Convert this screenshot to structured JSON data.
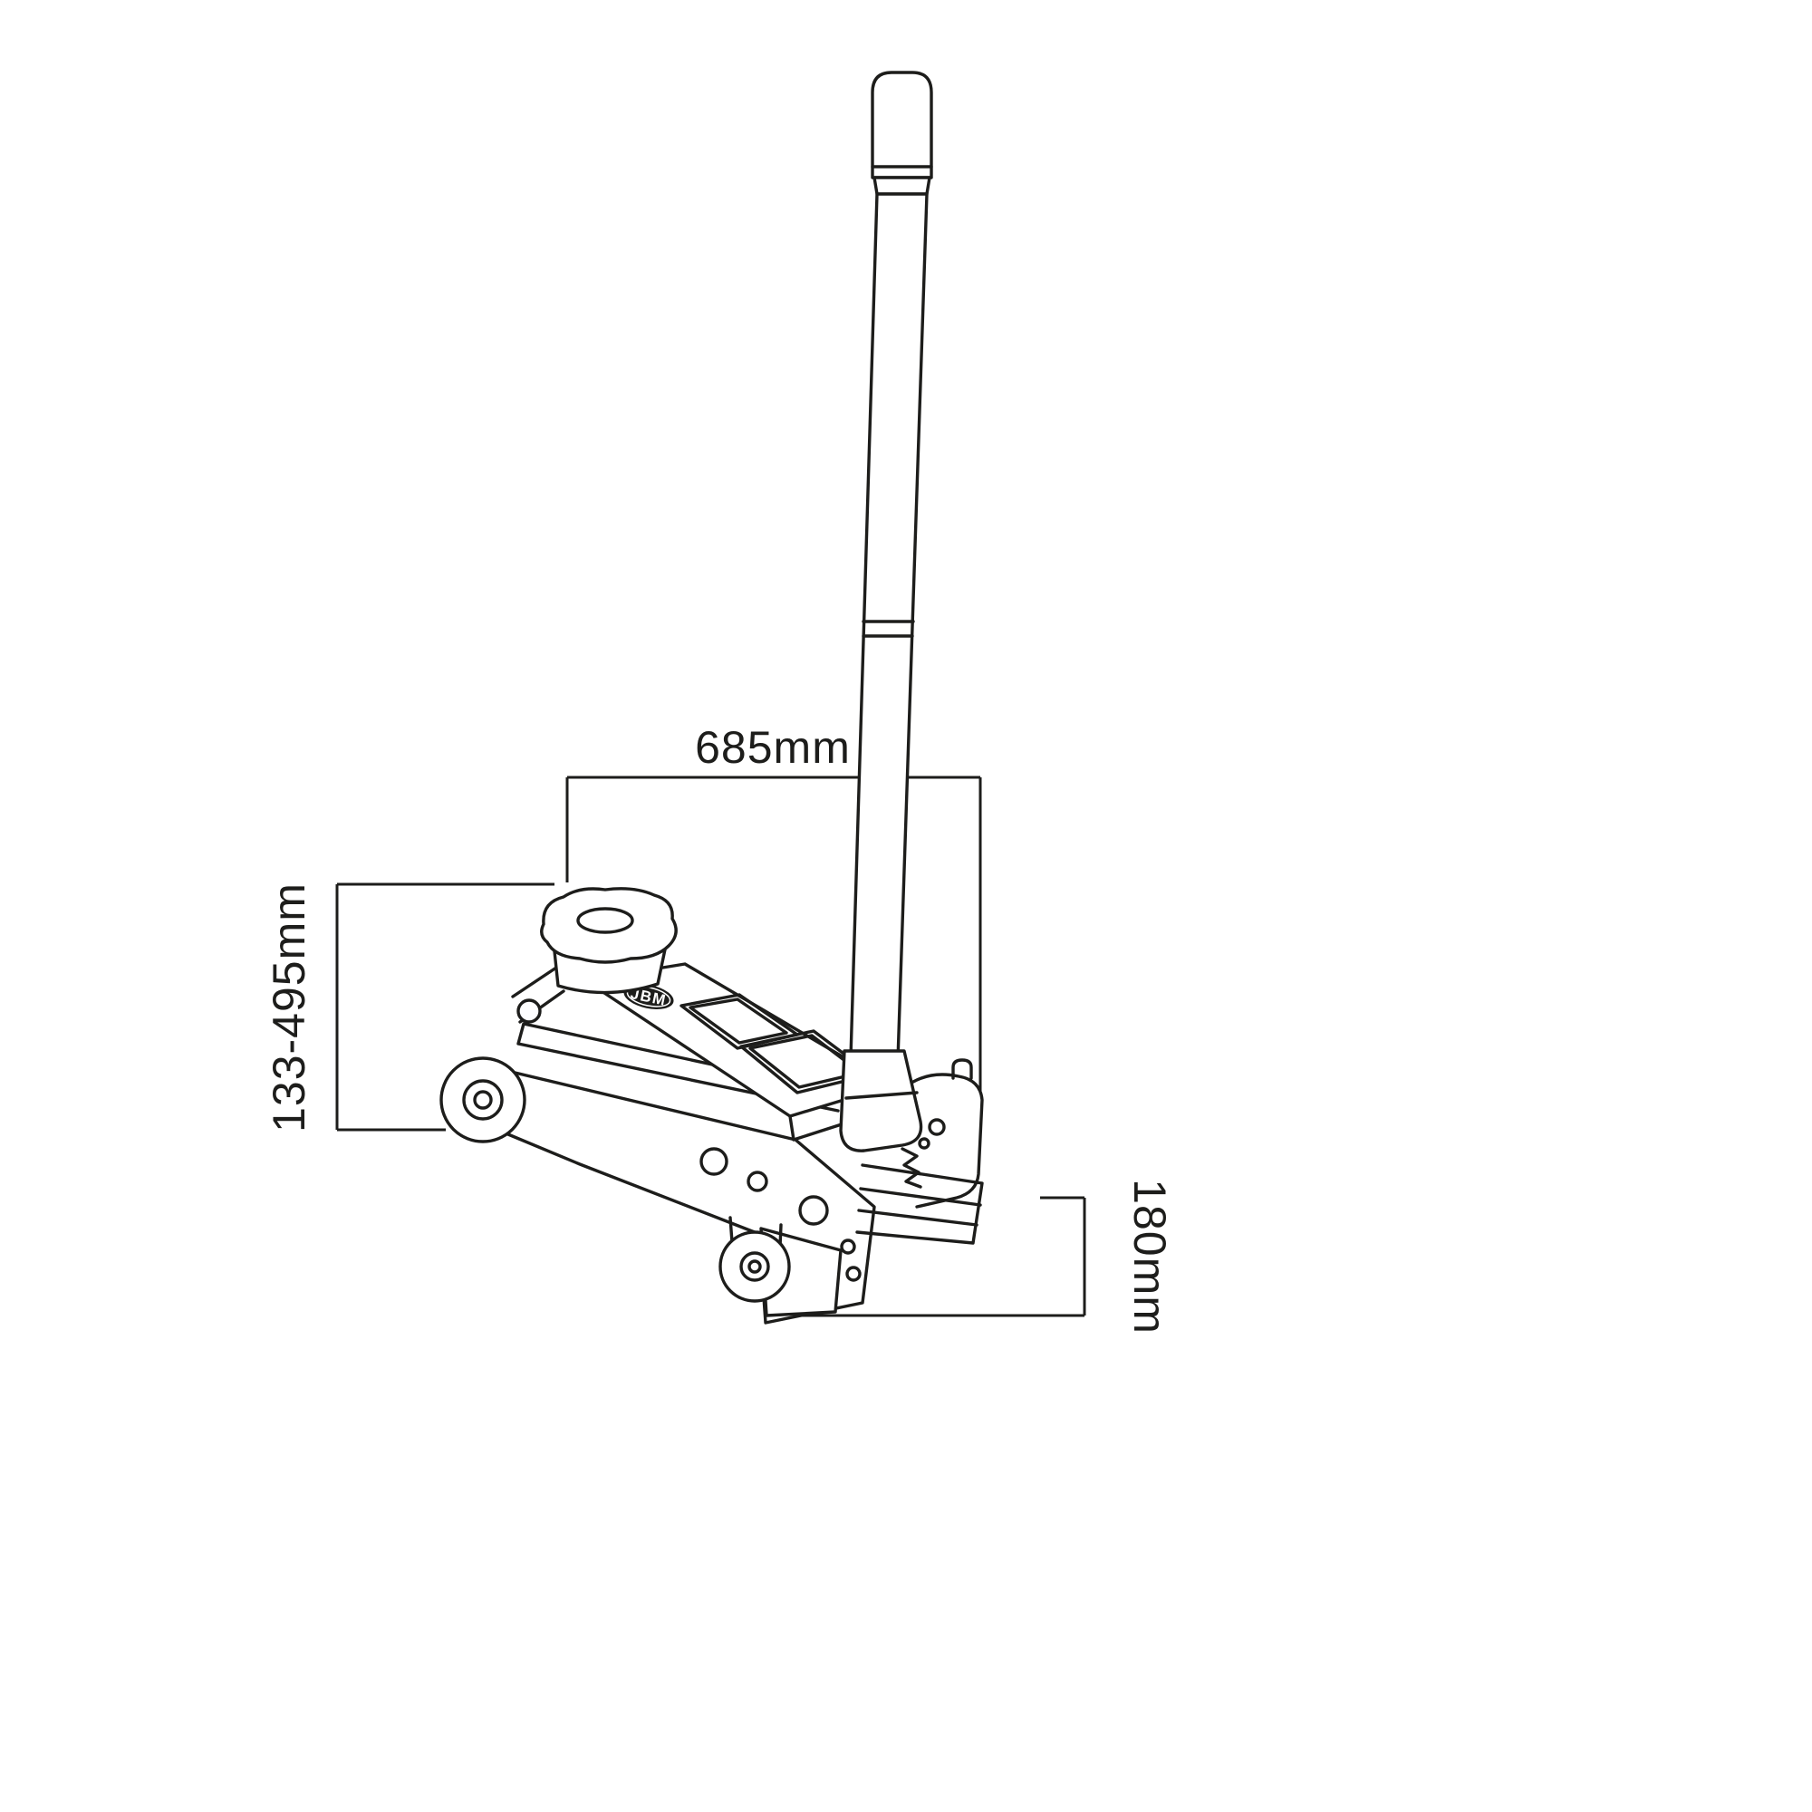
{
  "drawing": {
    "subject": "hydraulic trolley jack technical line drawing",
    "brand_label": "JBM",
    "line_color": "#1d1d1b",
    "background_color": "#ffffff"
  },
  "annotations": {
    "width_label": "685mm",
    "lift_height_label": "133-495mm",
    "base_height_label": "180mm"
  }
}
